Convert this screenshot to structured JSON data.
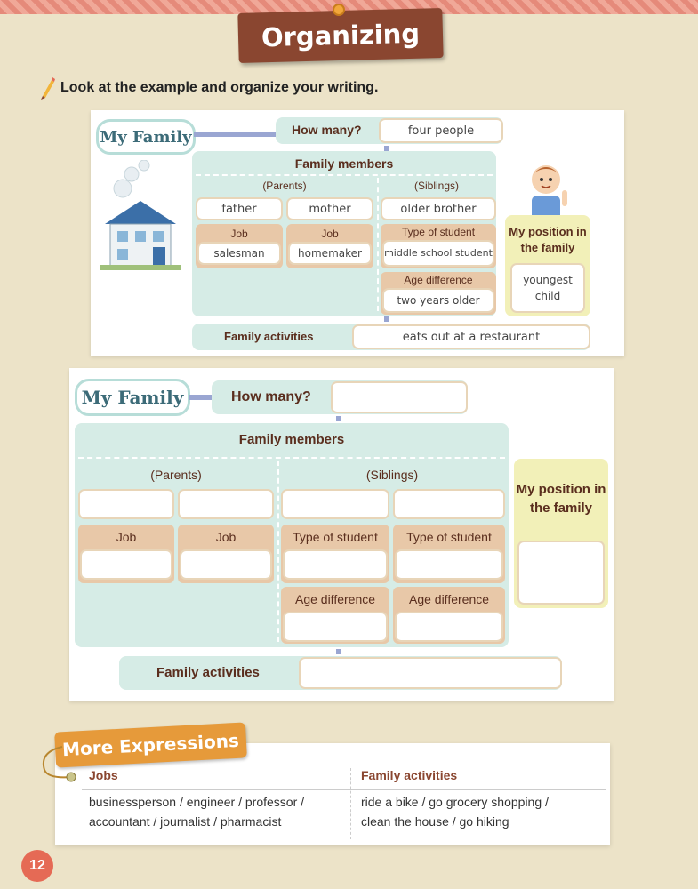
{
  "header": {
    "title": "Organizing"
  },
  "instruction": "Look at the example and organize your writing.",
  "example": {
    "heading": "My Family",
    "how_many_label": "How many?",
    "how_many_value": "four people",
    "family_members_label": "Family members",
    "parents_label": "(Parents)",
    "siblings_label": "(Siblings)",
    "father": "father",
    "mother": "mother",
    "sibling": "older brother",
    "job_label": "Job",
    "father_job": "salesman",
    "mother_job": "homemaker",
    "type_of_student_label": "Type of student",
    "type_of_student_value": "middle school student",
    "age_difference_label": "Age difference",
    "age_difference_value": "two years older",
    "my_position_label": "My position in the family",
    "my_position_value": "youngest child",
    "family_activities_label": "Family activities",
    "family_activities_value": "eats out at a restaurant"
  },
  "worksheet": {
    "heading": "My Family",
    "how_many_label": "How many?",
    "family_members_label": "Family members",
    "parents_label": "(Parents)",
    "siblings_label": "(Siblings)",
    "job_label": "Job",
    "type_of_student_label": "Type of student",
    "age_difference_label": "Age difference",
    "my_position_label": "My position in the family",
    "family_activities_label": "Family activities"
  },
  "more_expressions": {
    "title": "More Expressions",
    "jobs_header": "Jobs",
    "jobs_text_1": "businessperson / engineer / professor /",
    "jobs_text_2": "accountant / journalist / pharmacist",
    "activities_header": "Family activities",
    "activities_text_1": "ride a bike / go grocery shopping /",
    "activities_text_2": "clean the house / go hiking"
  },
  "page_number": "12",
  "colors": {
    "title_bg": "#8a4630",
    "accent_orange": "#e69a3a",
    "teal": "#d6ece6",
    "yellow": "#f2f0b8"
  }
}
